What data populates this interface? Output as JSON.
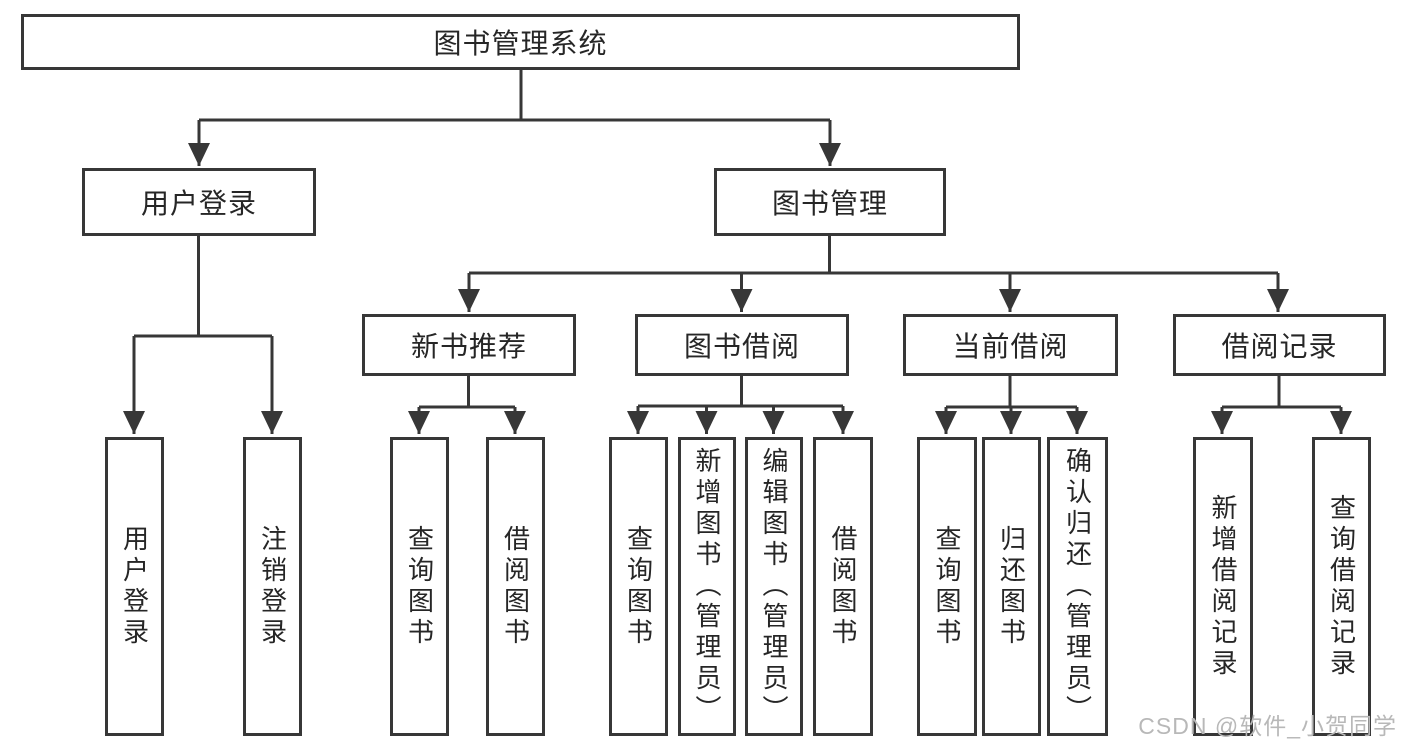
{
  "diagram": {
    "root": {
      "label": "图书管理系统"
    },
    "level2": [
      {
        "label": "用户登录"
      },
      {
        "label": "图书管理"
      }
    ],
    "level3": [
      {
        "label": "新书推荐"
      },
      {
        "label": "图书借阅"
      },
      {
        "label": "当前借阅"
      },
      {
        "label": "借阅记录"
      }
    ],
    "leaves": {
      "login": [
        {
          "label": "用户登录"
        },
        {
          "label": "注销登录"
        }
      ],
      "recommend": [
        {
          "label": "查询图书"
        },
        {
          "label": "借阅图书"
        }
      ],
      "borrow": [
        {
          "label": "查询图书"
        },
        {
          "label": "新增图书（管理员）"
        },
        {
          "label": "编辑图书（管理员）"
        },
        {
          "label": "借阅图书"
        }
      ],
      "current": [
        {
          "label": "查询图书"
        },
        {
          "label": "归还图书"
        },
        {
          "label": "确认归还（管理员）"
        }
      ],
      "records": [
        {
          "label": "新增借阅记录"
        },
        {
          "label": "查询借阅记录"
        }
      ]
    }
  },
  "watermark": {
    "text": "CSDN @软件_小贺同学"
  },
  "colors": {
    "line": "#373737",
    "box_border": "#373737",
    "text": "#262626",
    "background": "#ffffff",
    "watermark": "#b8b8b8"
  }
}
